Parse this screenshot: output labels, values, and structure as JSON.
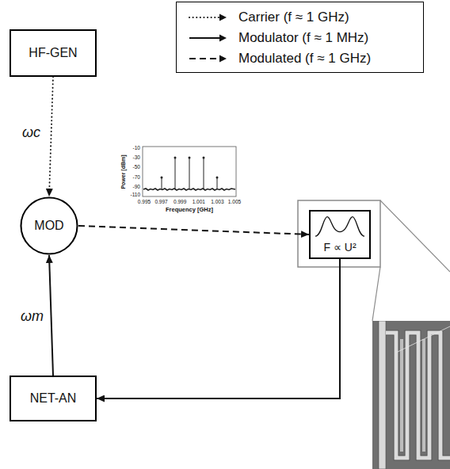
{
  "diagram": {
    "nodes": [
      {
        "text": [
          "HF-GEN"
        ]
      },
      {
        "text": [
          "MOD"
        ]
      },
      {
        "text": [
          "F ∝ U²"
        ]
      },
      {
        "text": [
          "NET-AN"
        ]
      }
    ],
    "edges": [
      {
        "from": 0,
        "to": 1,
        "arrow": "to",
        "label": "ωc"
      },
      {
        "from": 1,
        "to": 2,
        "arrow": "to"
      },
      {
        "from": 2,
        "to": 3,
        "arrow": "to"
      },
      {
        "from": 3,
        "to": 1,
        "arrow": "to",
        "label": "ωm"
      }
    ],
    "labels": [
      "Power [dBm]",
      "-10",
      "-30",
      "-50",
      "-70",
      "-90",
      "-110",
      "0.995",
      "0.997",
      "0.999",
      "1.001",
      "1.003",
      "1.005",
      "Frequency [GHz]"
    ],
    "legend": [
      {
        "text": "Carrier (f ≈ 1 GHz)"
      },
      {
        "text": "Modulator (f ≈ 1 MHz)"
      },
      {
        "text": "Modulated (f ≈ 1 GHz)"
      }
    ]
  }
}
